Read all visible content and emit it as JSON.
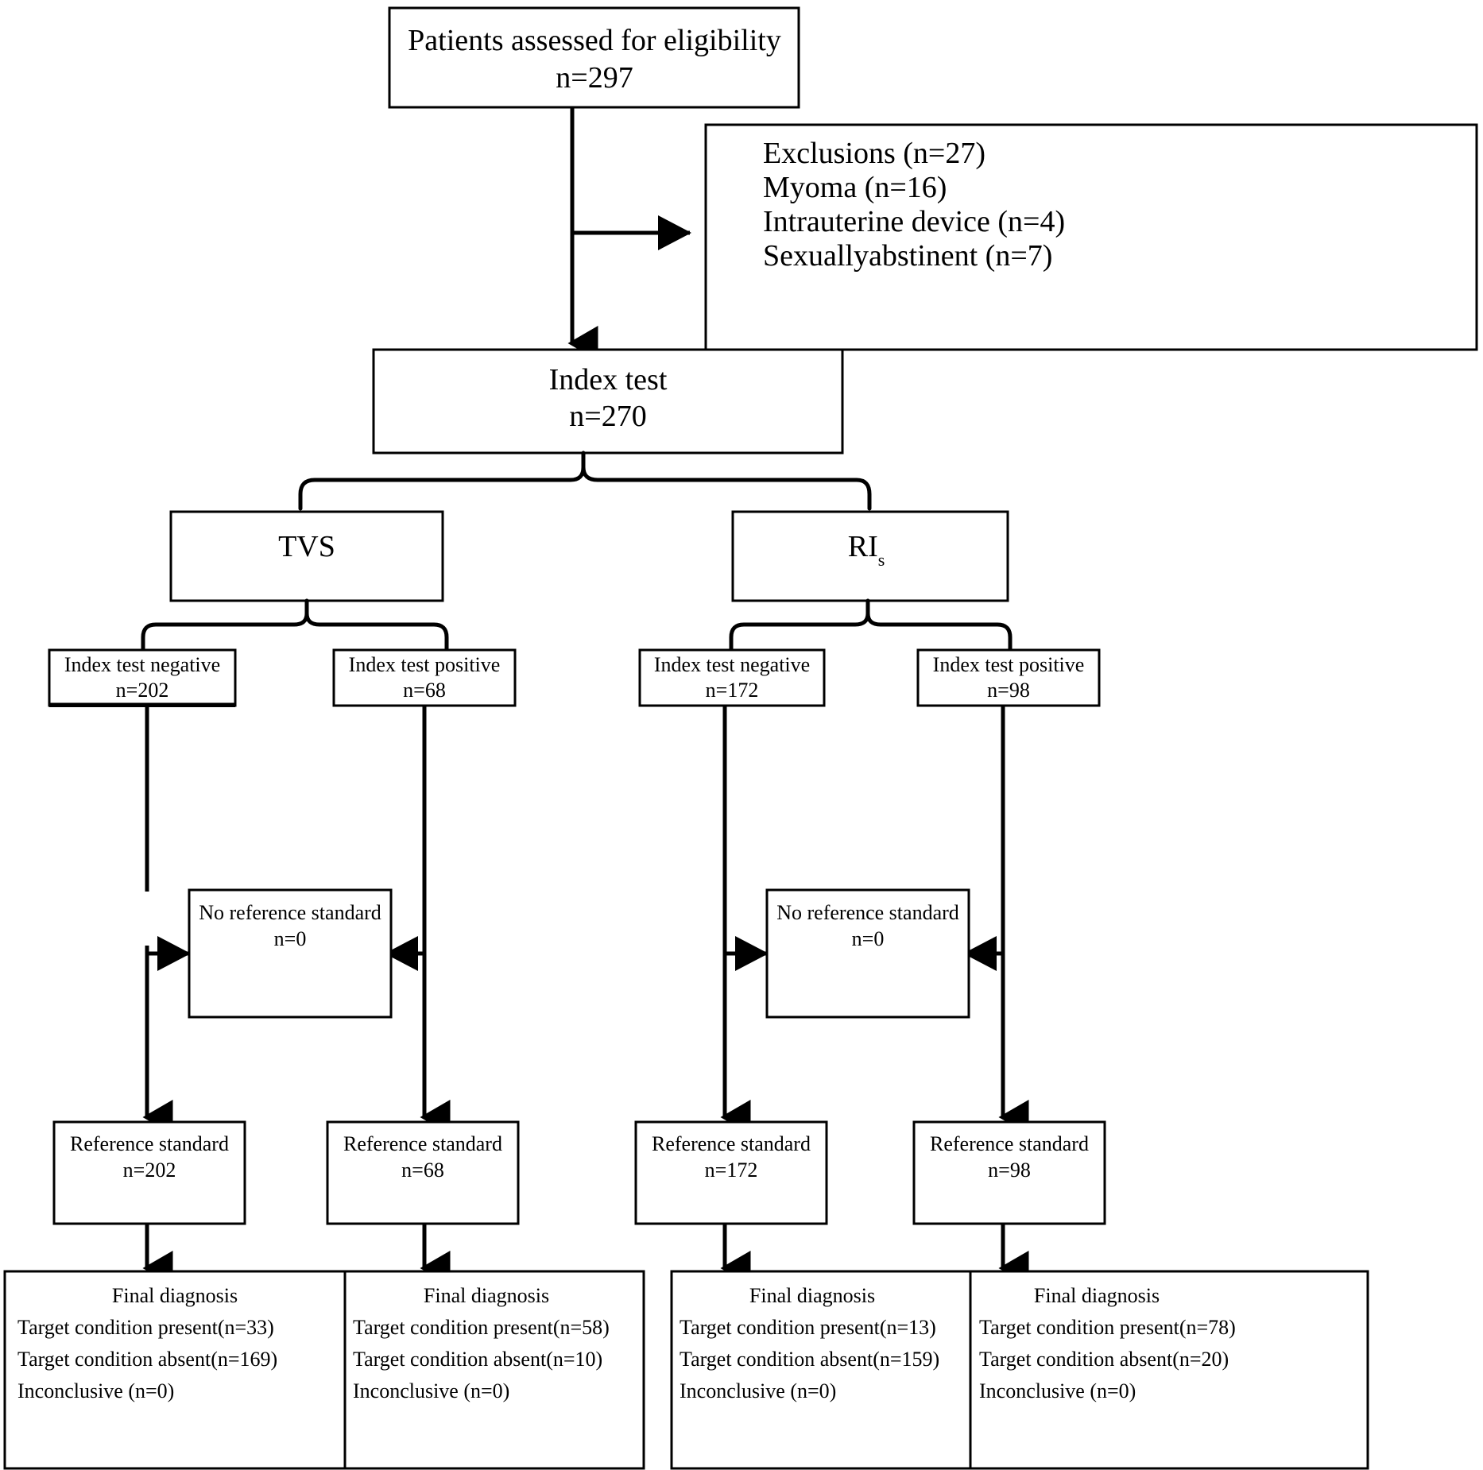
{
  "diagram": {
    "title": "STARD patient flow diagram",
    "stroke_color": "#000000",
    "background_color": "#ffffff",
    "nodes": {
      "eligibility": {
        "line1": "Patients assessed for eligibility",
        "line2": "n=297"
      },
      "exclusions": {
        "line1": "Exclusions (n=27)",
        "line2": "Myoma (n=16)",
        "line3": "Intrauterine device (n=4)",
        "line4": "Sexuallyabstinent (n=7)"
      },
      "index_test": {
        "line1": "Index test",
        "line2": "n=270"
      },
      "tvs": {
        "label": "TVS"
      },
      "ris": {
        "label": "RI",
        "subscript": "s"
      },
      "tvs_negative": {
        "line1": "Index test negative",
        "line2": "n=202"
      },
      "tvs_positive": {
        "line1": "Index test positive",
        "line2": "n=68"
      },
      "ris_negative": {
        "line1": "Index test negative",
        "line2": "n=172"
      },
      "ris_positive": {
        "line1": "Index test positive",
        "line2": "n=98"
      },
      "tvs_no_reference": {
        "line1": "No reference standard",
        "line2": "n=0"
      },
      "ris_no_reference": {
        "line1": "No reference standard",
        "line2": "n=0"
      },
      "tvs_neg_reference": {
        "line1": "Reference standard",
        "line2": "n=202"
      },
      "tvs_pos_reference": {
        "line1": "Reference standard",
        "line2": "n=68"
      },
      "ris_neg_reference": {
        "line1": "Reference standard",
        "line2": "n=172"
      },
      "ris_pos_reference": {
        "line1": "Reference standard",
        "line2": "n=98"
      },
      "tvs_neg_final": {
        "line1": "Final diagnosis",
        "line2": "Target condition present(n=33)",
        "line3": "Target condition absent(n=169)",
        "line4": "Inconclusive (n=0)"
      },
      "tvs_pos_final": {
        "line1": "Final diagnosis",
        "line2": "Target condition present(n=58)",
        "line3": "Target condition absent(n=10)",
        "line4": "Inconclusive (n=0)"
      },
      "ris_neg_final": {
        "line1": "Final diagnosis",
        "line2": "Target condition present(n=13)",
        "line3": "Target condition absent(n=159)",
        "line4": "Inconclusive (n=0)"
      },
      "ris_pos_final": {
        "line1": "Final diagnosis",
        "line2": "Target condition present(n=78)",
        "line3": "Target condition absent(n=20)",
        "line4": "Inconclusive (n=0)"
      }
    }
  }
}
